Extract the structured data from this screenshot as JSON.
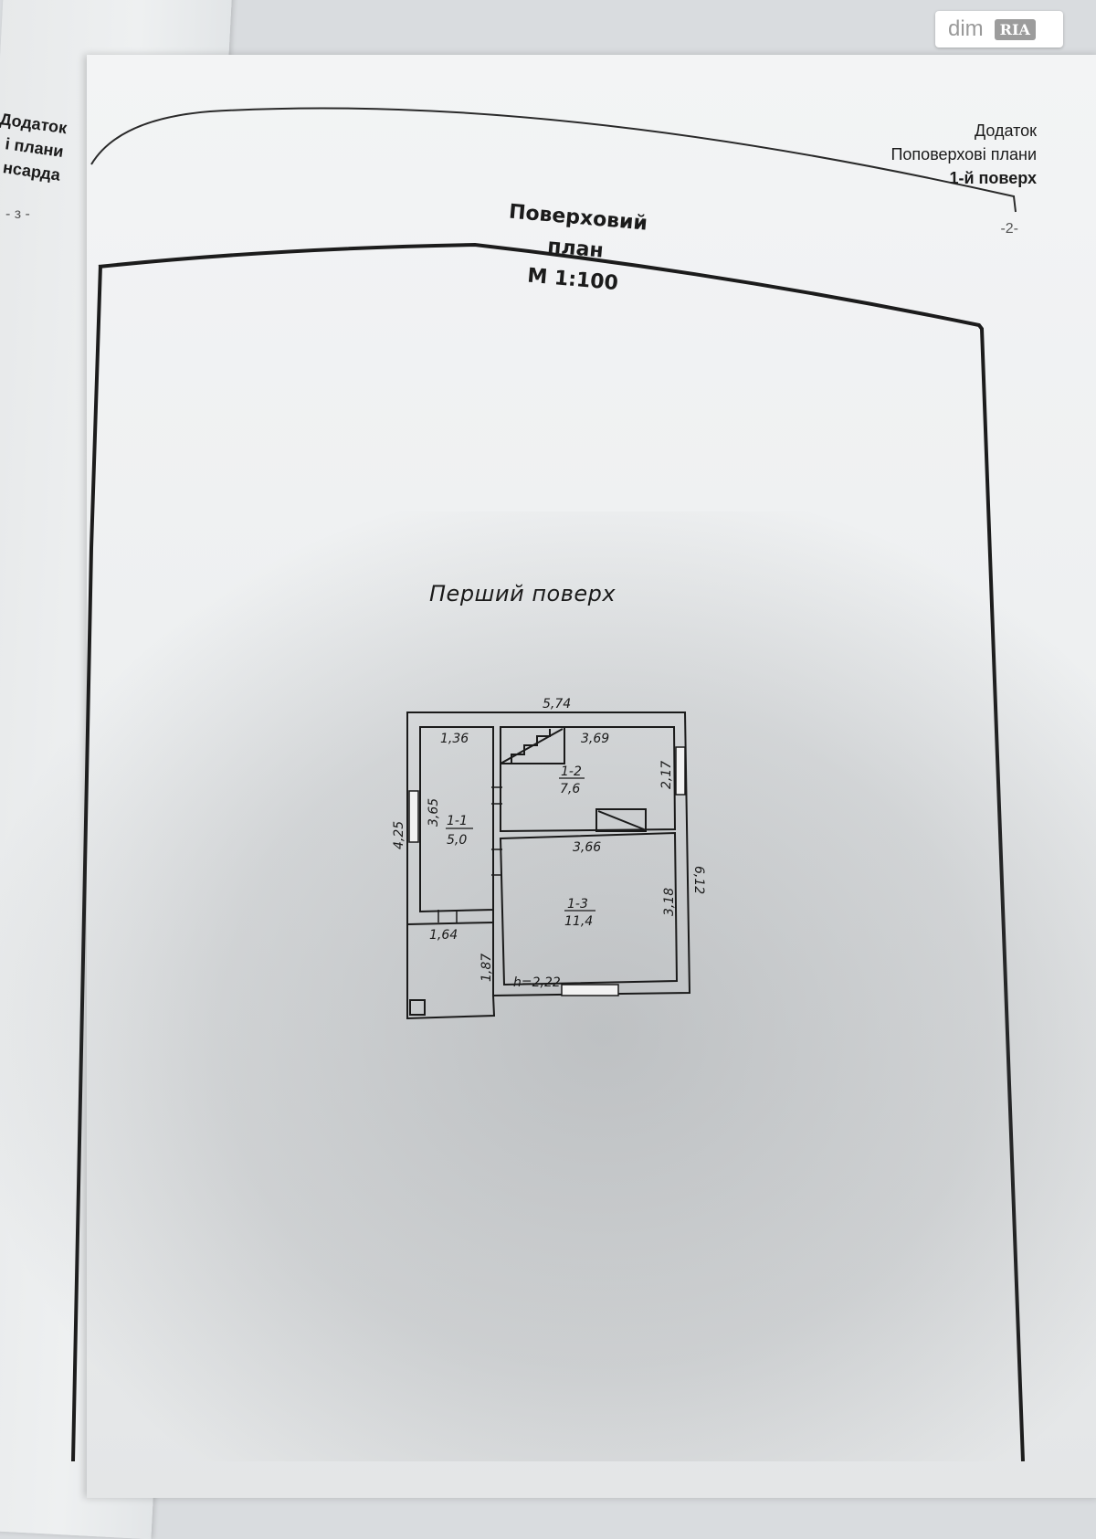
{
  "watermark": {
    "brand": "dim",
    "badge": "RIA"
  },
  "left_page": {
    "lines": [
      "Додаток",
      "і плани",
      "нсарда"
    ],
    "mark": "- з -"
  },
  "header": {
    "line1": "Додаток",
    "line2": "Поповерхові плани",
    "line3": "1-й поверх"
  },
  "page_number": "-2-",
  "plan_title": {
    "line1": "Поверховий план",
    "line2": "М 1:100"
  },
  "floor_title": "Перший поверх",
  "plan": {
    "outer_width": "5,74",
    "outer_height_left": "4,25",
    "outer_height_right": "6,12",
    "room_1_1": {
      "number": "1-1",
      "area": "5,0",
      "width": "1,36",
      "length": "3,65"
    },
    "room_1_2": {
      "number": "1-2",
      "area": "7,6",
      "width": "3,69",
      "depth": "2,17"
    },
    "room_1_3": {
      "number": "1-3",
      "area": "11,4",
      "width": "3,66",
      "depth": "3,18",
      "height": "h=2,22"
    },
    "porch": {
      "width": "1,64",
      "depth": "1,87"
    }
  }
}
